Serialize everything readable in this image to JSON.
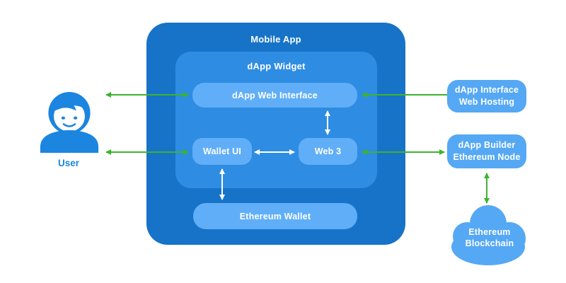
{
  "colors": {
    "canvas_bg": "#ffffff",
    "outer_box": "#1673c8",
    "widget_box": "#2e8de2",
    "node_box": "#60aef8",
    "right_box": "#55a8f4",
    "arrow_green": "#3db32d",
    "arrow_white": "#ffffff",
    "user_blue": "#1b85e0"
  },
  "mobile_app": {
    "title": "Mobile App"
  },
  "dapp_widget": {
    "title": "dApp Widget"
  },
  "nodes": {
    "dapp_web_interface": {
      "label": "dApp Web Interface"
    },
    "wallet_ui": {
      "label": "Wallet UI"
    },
    "web3": {
      "label": "Web 3"
    },
    "ethereum_wallet": {
      "label": "Ethereum Wallet"
    }
  },
  "external": {
    "user": {
      "label": "User"
    },
    "web_hosting": {
      "line1": "dApp Interface",
      "line2": "Web Hosting"
    },
    "builder_node": {
      "line1": "dApp Builder",
      "line2": "Ethereum Node"
    },
    "blockchain": {
      "line1": "Ethereum",
      "line2": "Blockchain"
    }
  },
  "connections": [
    {
      "from": "User",
      "to": "dApp Web Interface",
      "arrow": "double",
      "color": "green"
    },
    {
      "from": "User",
      "to": "Wallet UI",
      "arrow": "double",
      "color": "green"
    },
    {
      "from": "dApp Interface Web Hosting",
      "to": "dApp Web Interface",
      "arrow": "single",
      "color": "green"
    },
    {
      "from": "Web 3",
      "to": "dApp Builder Ethereum Node",
      "arrow": "double",
      "color": "green"
    },
    {
      "from": "dApp Builder Ethereum Node",
      "to": "Ethereum Blockchain",
      "arrow": "double",
      "color": "green"
    },
    {
      "from": "dApp Web Interface",
      "to": "Web 3",
      "arrow": "double",
      "color": "white"
    },
    {
      "from": "Wallet UI",
      "to": "Web 3",
      "arrow": "double",
      "color": "white"
    },
    {
      "from": "Wallet UI",
      "to": "Ethereum Wallet",
      "arrow": "double",
      "color": "white"
    }
  ]
}
